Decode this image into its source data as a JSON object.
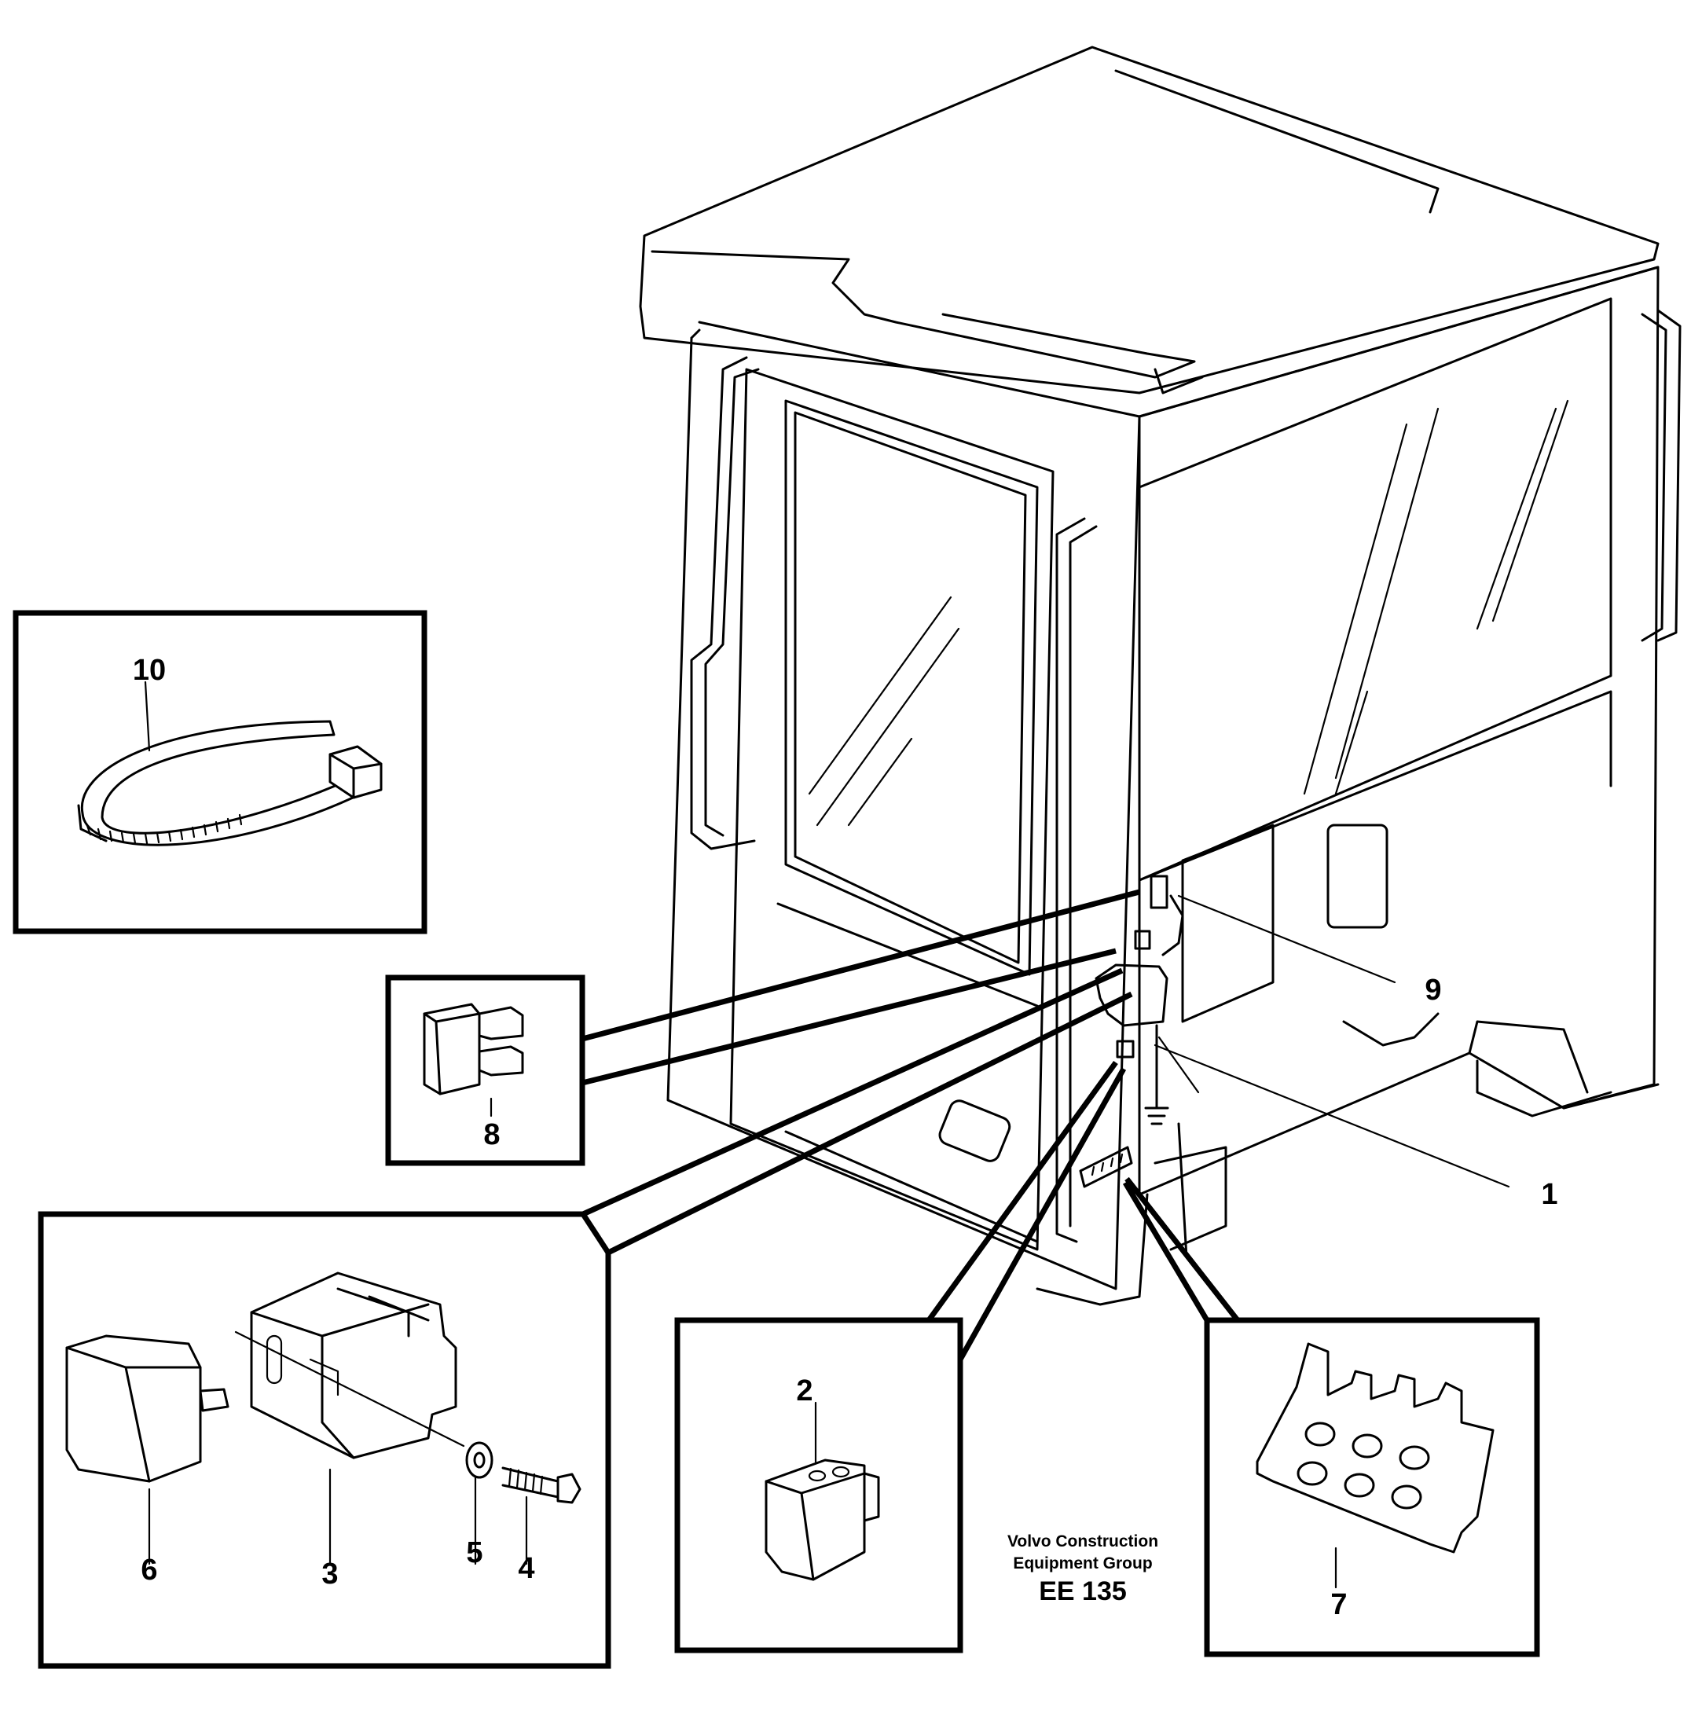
{
  "callouts": {
    "c1": "1",
    "c2": "2",
    "c3": "3",
    "c4": "4",
    "c5": "5",
    "c6": "6",
    "c7": "7",
    "c8": "8",
    "c9": "9",
    "c10": "10"
  },
  "footer": {
    "line1": "Volvo Construction",
    "line2": "Equipment Group",
    "code": "EE 135"
  },
  "colors": {
    "line": "#000000",
    "background": "#ffffff"
  }
}
